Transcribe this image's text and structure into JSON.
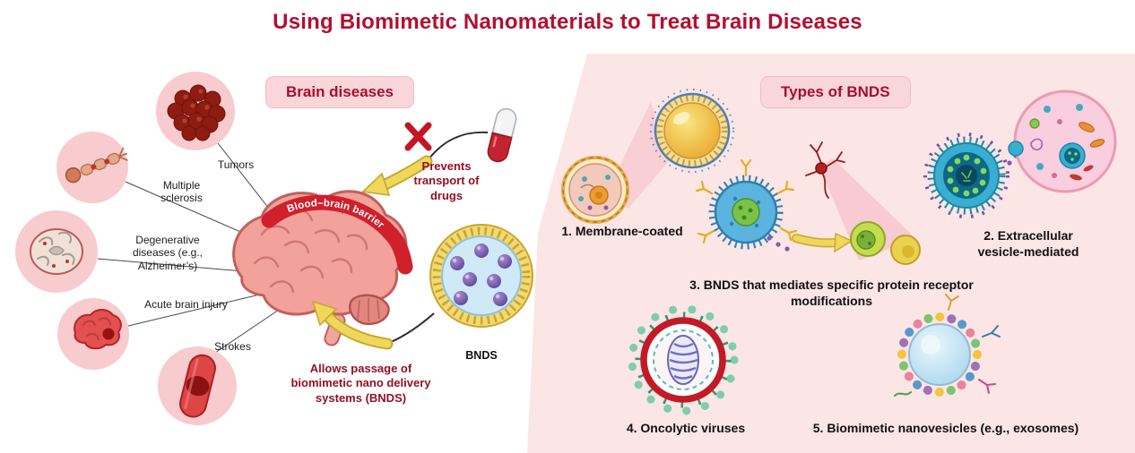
{
  "title": "Using Biomimetic Nanomaterials to Treat Brain Diseases",
  "brain_panel": {
    "header": "Brain diseases",
    "diseases": {
      "tumors": "Tumors",
      "multiple_sclerosis": "Multiple sclerosis",
      "degenerative": "Degenerative diseases (e.g., Alzheimer’s)",
      "acute_injury": "Acute brain injury",
      "strokes": "Strokes"
    },
    "barrier_banner": "Blood–brain barrier",
    "prevents_note": "Prevents transport of drugs",
    "allows_note": "Allows passage of biomimetic nano delivery systems (BNDS)",
    "bnds_caption": "BNDS"
  },
  "types_panel": {
    "header": "Types of BNDS",
    "items": {
      "membrane_coated": "1. Membrane-coated",
      "ev_mediated": "2. Extracellular vesicle-mediated",
      "protein_receptor": "3. BNDS that mediates specific protein receptor modifications",
      "oncolytic": "4. Oncolytic viruses",
      "nanovesicles": "5. Biomimetic nanovesicles (e.g., exosomes)"
    }
  },
  "colors": {
    "title_red": "#b30f31",
    "note_red": "#931023",
    "banner_red": "#cf202c",
    "panel_pink": "#fbe5e5",
    "badge_pink": "#f8d6da",
    "disease_circle_pink": "#f8cbcf",
    "arrow_yellow": "#efd75b",
    "bnds_membrane_yellow": "#f1da72",
    "bnds_core_blue": "#cfe9f7",
    "bnds_cargo_purple": "#6a4b9e"
  }
}
